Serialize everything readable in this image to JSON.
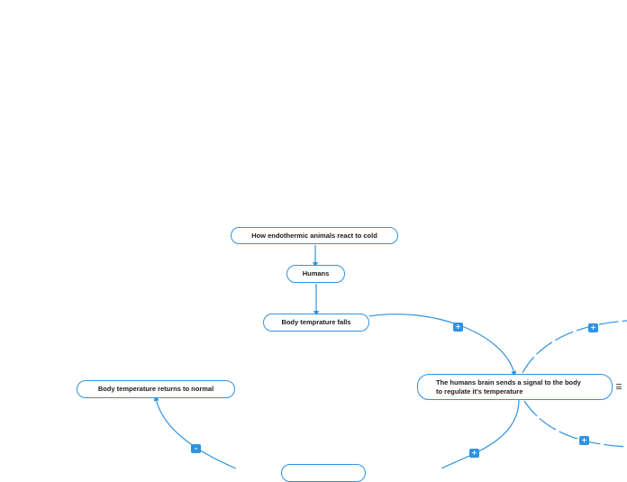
{
  "nodes": {
    "root": "How endothermic animals react to cold",
    "humans": "Humans",
    "body_falls": "Body temprature falls",
    "brain_signal": "The humans brain sends a signal to the body to regulate it's temperature",
    "returns_normal": "Body temperature returns to normal",
    "bottom_partial": ""
  },
  "toggles": {
    "expand": "+",
    "collapse": "-"
  },
  "icons": {
    "menu": "menu-icon",
    "arrow": "arrowhead-icon"
  },
  "colors": {
    "accent": "#2f93e0",
    "node_border": "#2f93e0",
    "text": "#1a1a1a"
  }
}
